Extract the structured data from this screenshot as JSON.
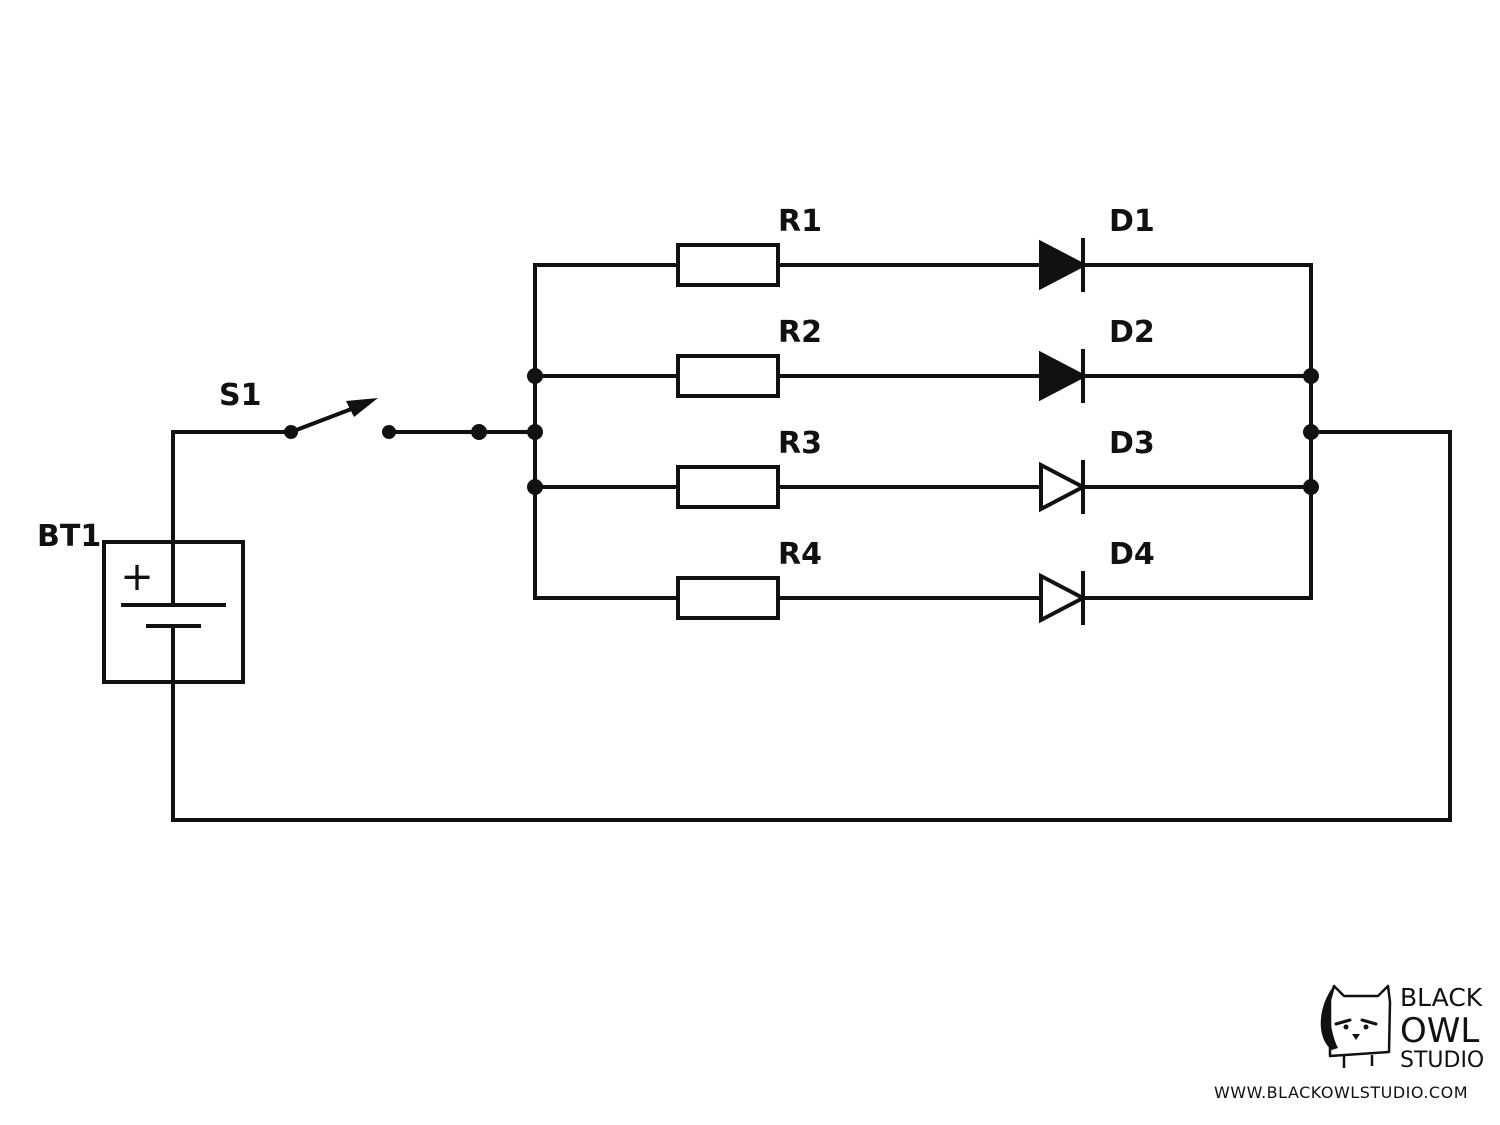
{
  "labels": {
    "battery": "BT1",
    "switch": "S1",
    "battery_plus": "+",
    "resistors": [
      "R1",
      "R2",
      "R3",
      "R4"
    ],
    "diodes": [
      "D1",
      "D2",
      "D3",
      "D4"
    ]
  },
  "diode_styles": [
    "filled",
    "filled",
    "outline",
    "outline"
  ],
  "brand": {
    "line1": "BLACK",
    "line2": "OWL",
    "line3": "STUDIO",
    "url": "WWW.BLACKOWLSTUDIO.COM"
  },
  "colors": {
    "ink": "#111111",
    "background": "#ffffff"
  }
}
